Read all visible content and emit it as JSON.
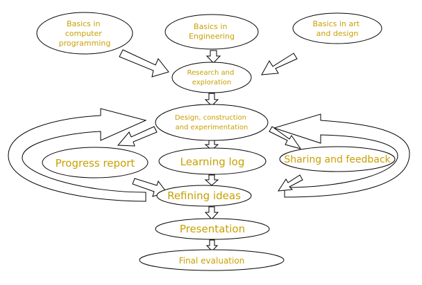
{
  "nodes": {
    "basics_programming": [
      "Basics in",
      "computer",
      "programming"
    ],
    "basics_engineering": [
      "Basics in",
      "Engineering"
    ],
    "basics_art": [
      "Basics in art",
      "and design"
    ],
    "research": [
      "Research and",
      "exploration"
    ],
    "design": [
      "Design, construction",
      "and experimentation"
    ],
    "progress": [
      "Progress report"
    ],
    "learning": [
      "Learning log"
    ],
    "sharing": [
      "Sharing and feedback"
    ],
    "refining": [
      "Refining ideas"
    ],
    "presentation": [
      "Presentation"
    ],
    "final": [
      "Final evaluation"
    ]
  },
  "colors": {
    "text": "#c8a000",
    "stroke": "#000000",
    "fill": "#ffffff"
  }
}
